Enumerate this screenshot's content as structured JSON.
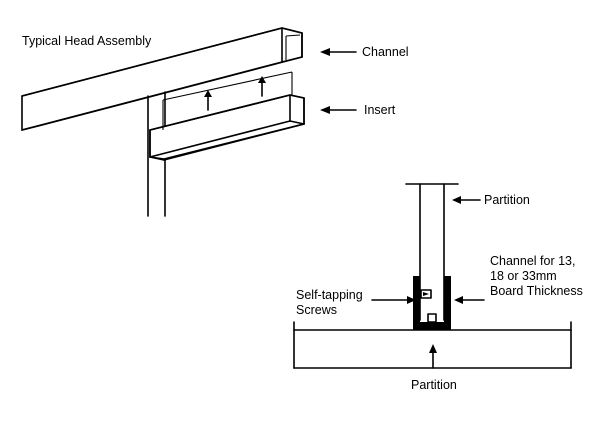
{
  "diagram": {
    "head_assembly": {
      "title": "Typical Head Assembly",
      "channel_label": "Channel",
      "insert_label": "Insert"
    },
    "section": {
      "partition_top_label": "Partition",
      "channel_label_lines": [
        "Channel for 13,",
        "18 or 33mm",
        "Board Thickness"
      ],
      "screws_label_lines": [
        "Self-tapping",
        "Screws"
      ],
      "partition_bottom_label": "Partition"
    }
  }
}
